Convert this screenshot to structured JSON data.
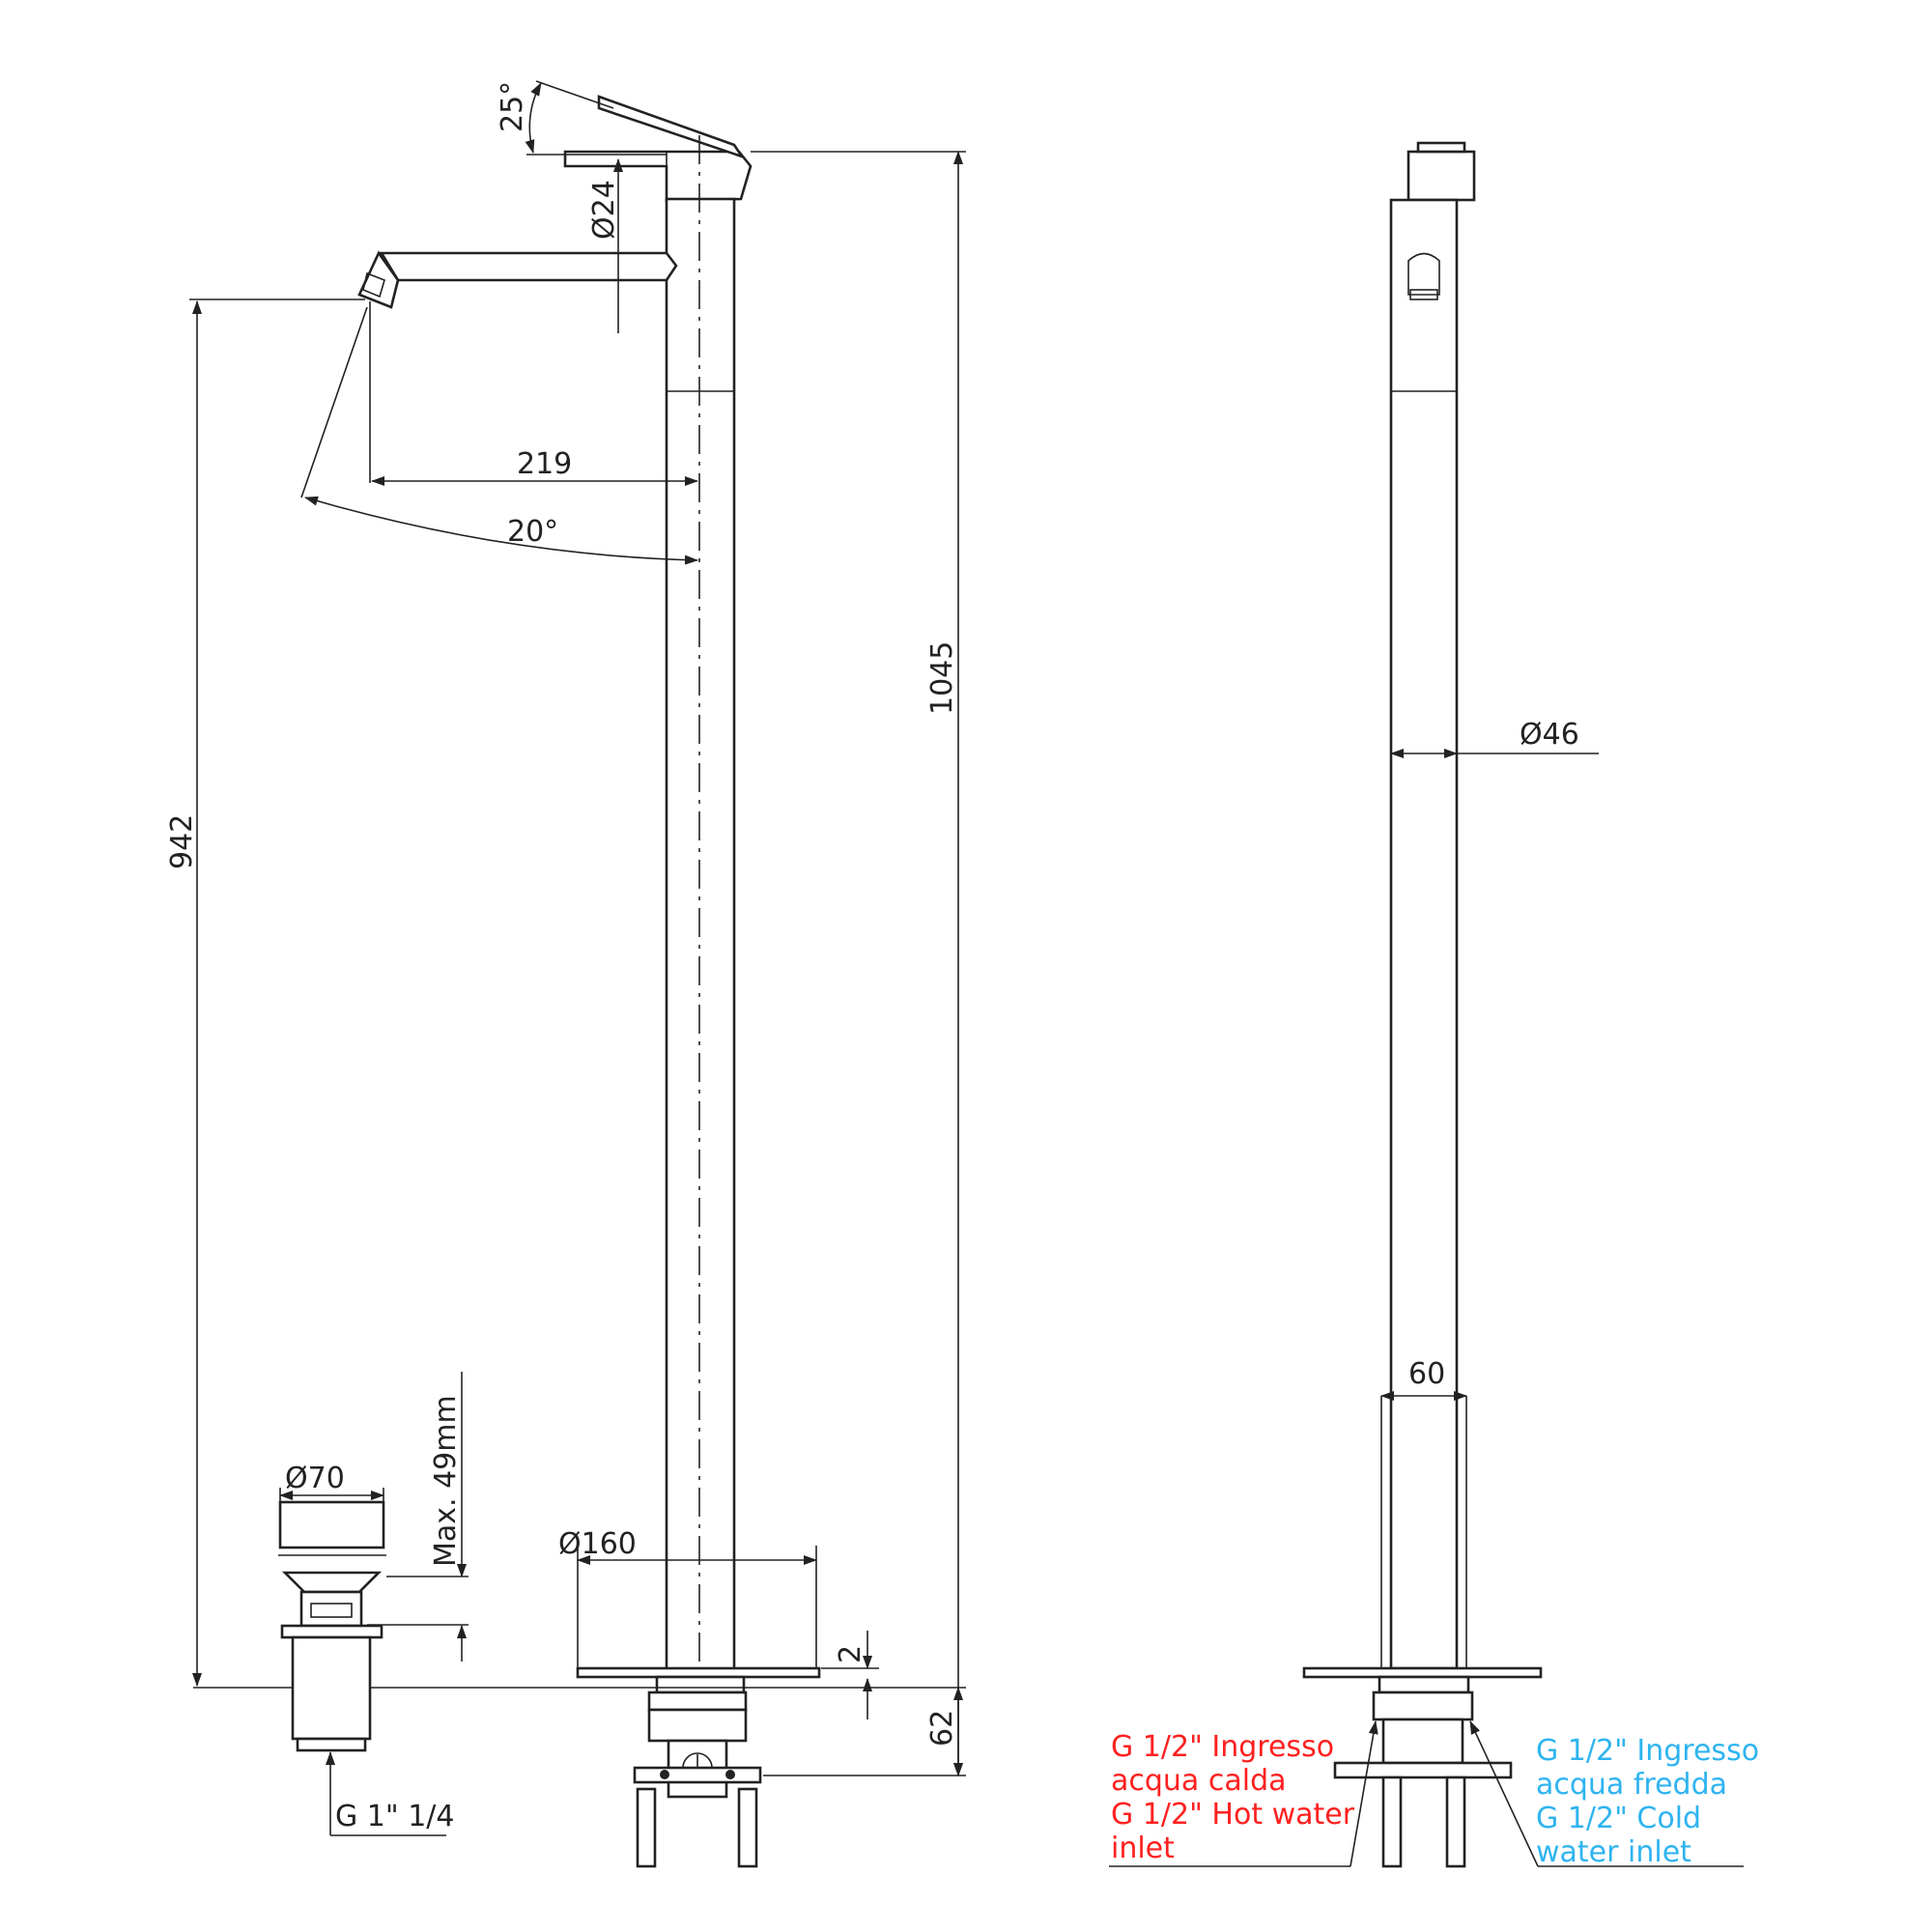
{
  "front_view": {
    "lever_angle": "25°",
    "cartridge_diameter": "24",
    "spout_reach": "219",
    "swivel_angle": "20°",
    "overall_height": "1045",
    "spout_height": "942",
    "flange_diameter": "160",
    "flange_thickness": "2",
    "under_deck_depth": "62"
  },
  "waste": {
    "cap_diameter": "70",
    "max_height": "Max. 49mm",
    "thread": "G 1\" 1/4"
  },
  "side_view": {
    "body_diameter": "46",
    "base_width": "60",
    "hot_inlet": {
      "color": "#ff2020",
      "lines": [
        "G 1/2\" Ingresso",
        "acqua calda",
        "G 1/2\" Hot water",
        "inlet"
      ]
    },
    "cold_inlet": {
      "color": "#2fb4f0",
      "lines": [
        "G 1/2\" Ingresso",
        "acqua fredda",
        "G 1/2\" Cold",
        "water inlet"
      ]
    }
  }
}
